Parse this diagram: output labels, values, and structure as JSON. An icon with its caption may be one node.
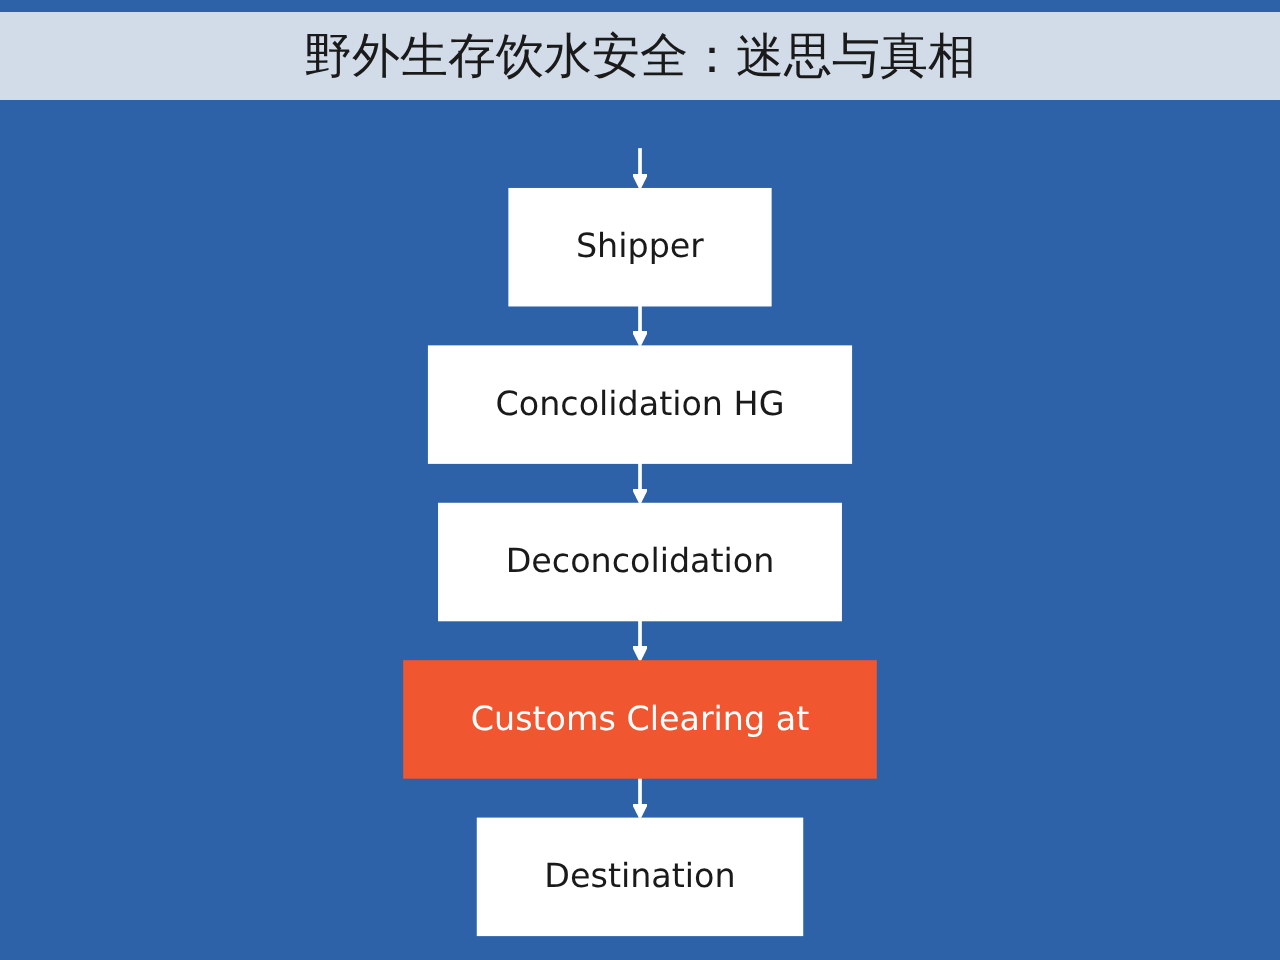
{
  "diagram": {
    "title": "野外生存饮水安全：迷思与真相",
    "nodes": [
      {
        "text": [
          "Shipper"
        ]
      },
      {
        "text": [
          "Concolidation HG"
        ]
      },
      {
        "text": [
          "Deconcolidation"
        ]
      },
      {
        "text": [
          "Customs Clearing at"
        ]
      },
      {
        "text": [
          "Destination"
        ]
      }
    ],
    "edges": [
      {
        "from": null,
        "to": 0,
        "arrow": "to"
      },
      {
        "from": 0,
        "to": 1,
        "arrow": "to"
      },
      {
        "from": 1,
        "to": 2,
        "arrow": "to"
      },
      {
        "from": 2,
        "to": 3,
        "arrow": "to"
      },
      {
        "from": 3,
        "to": 4,
        "arrow": "to"
      }
    ]
  }
}
